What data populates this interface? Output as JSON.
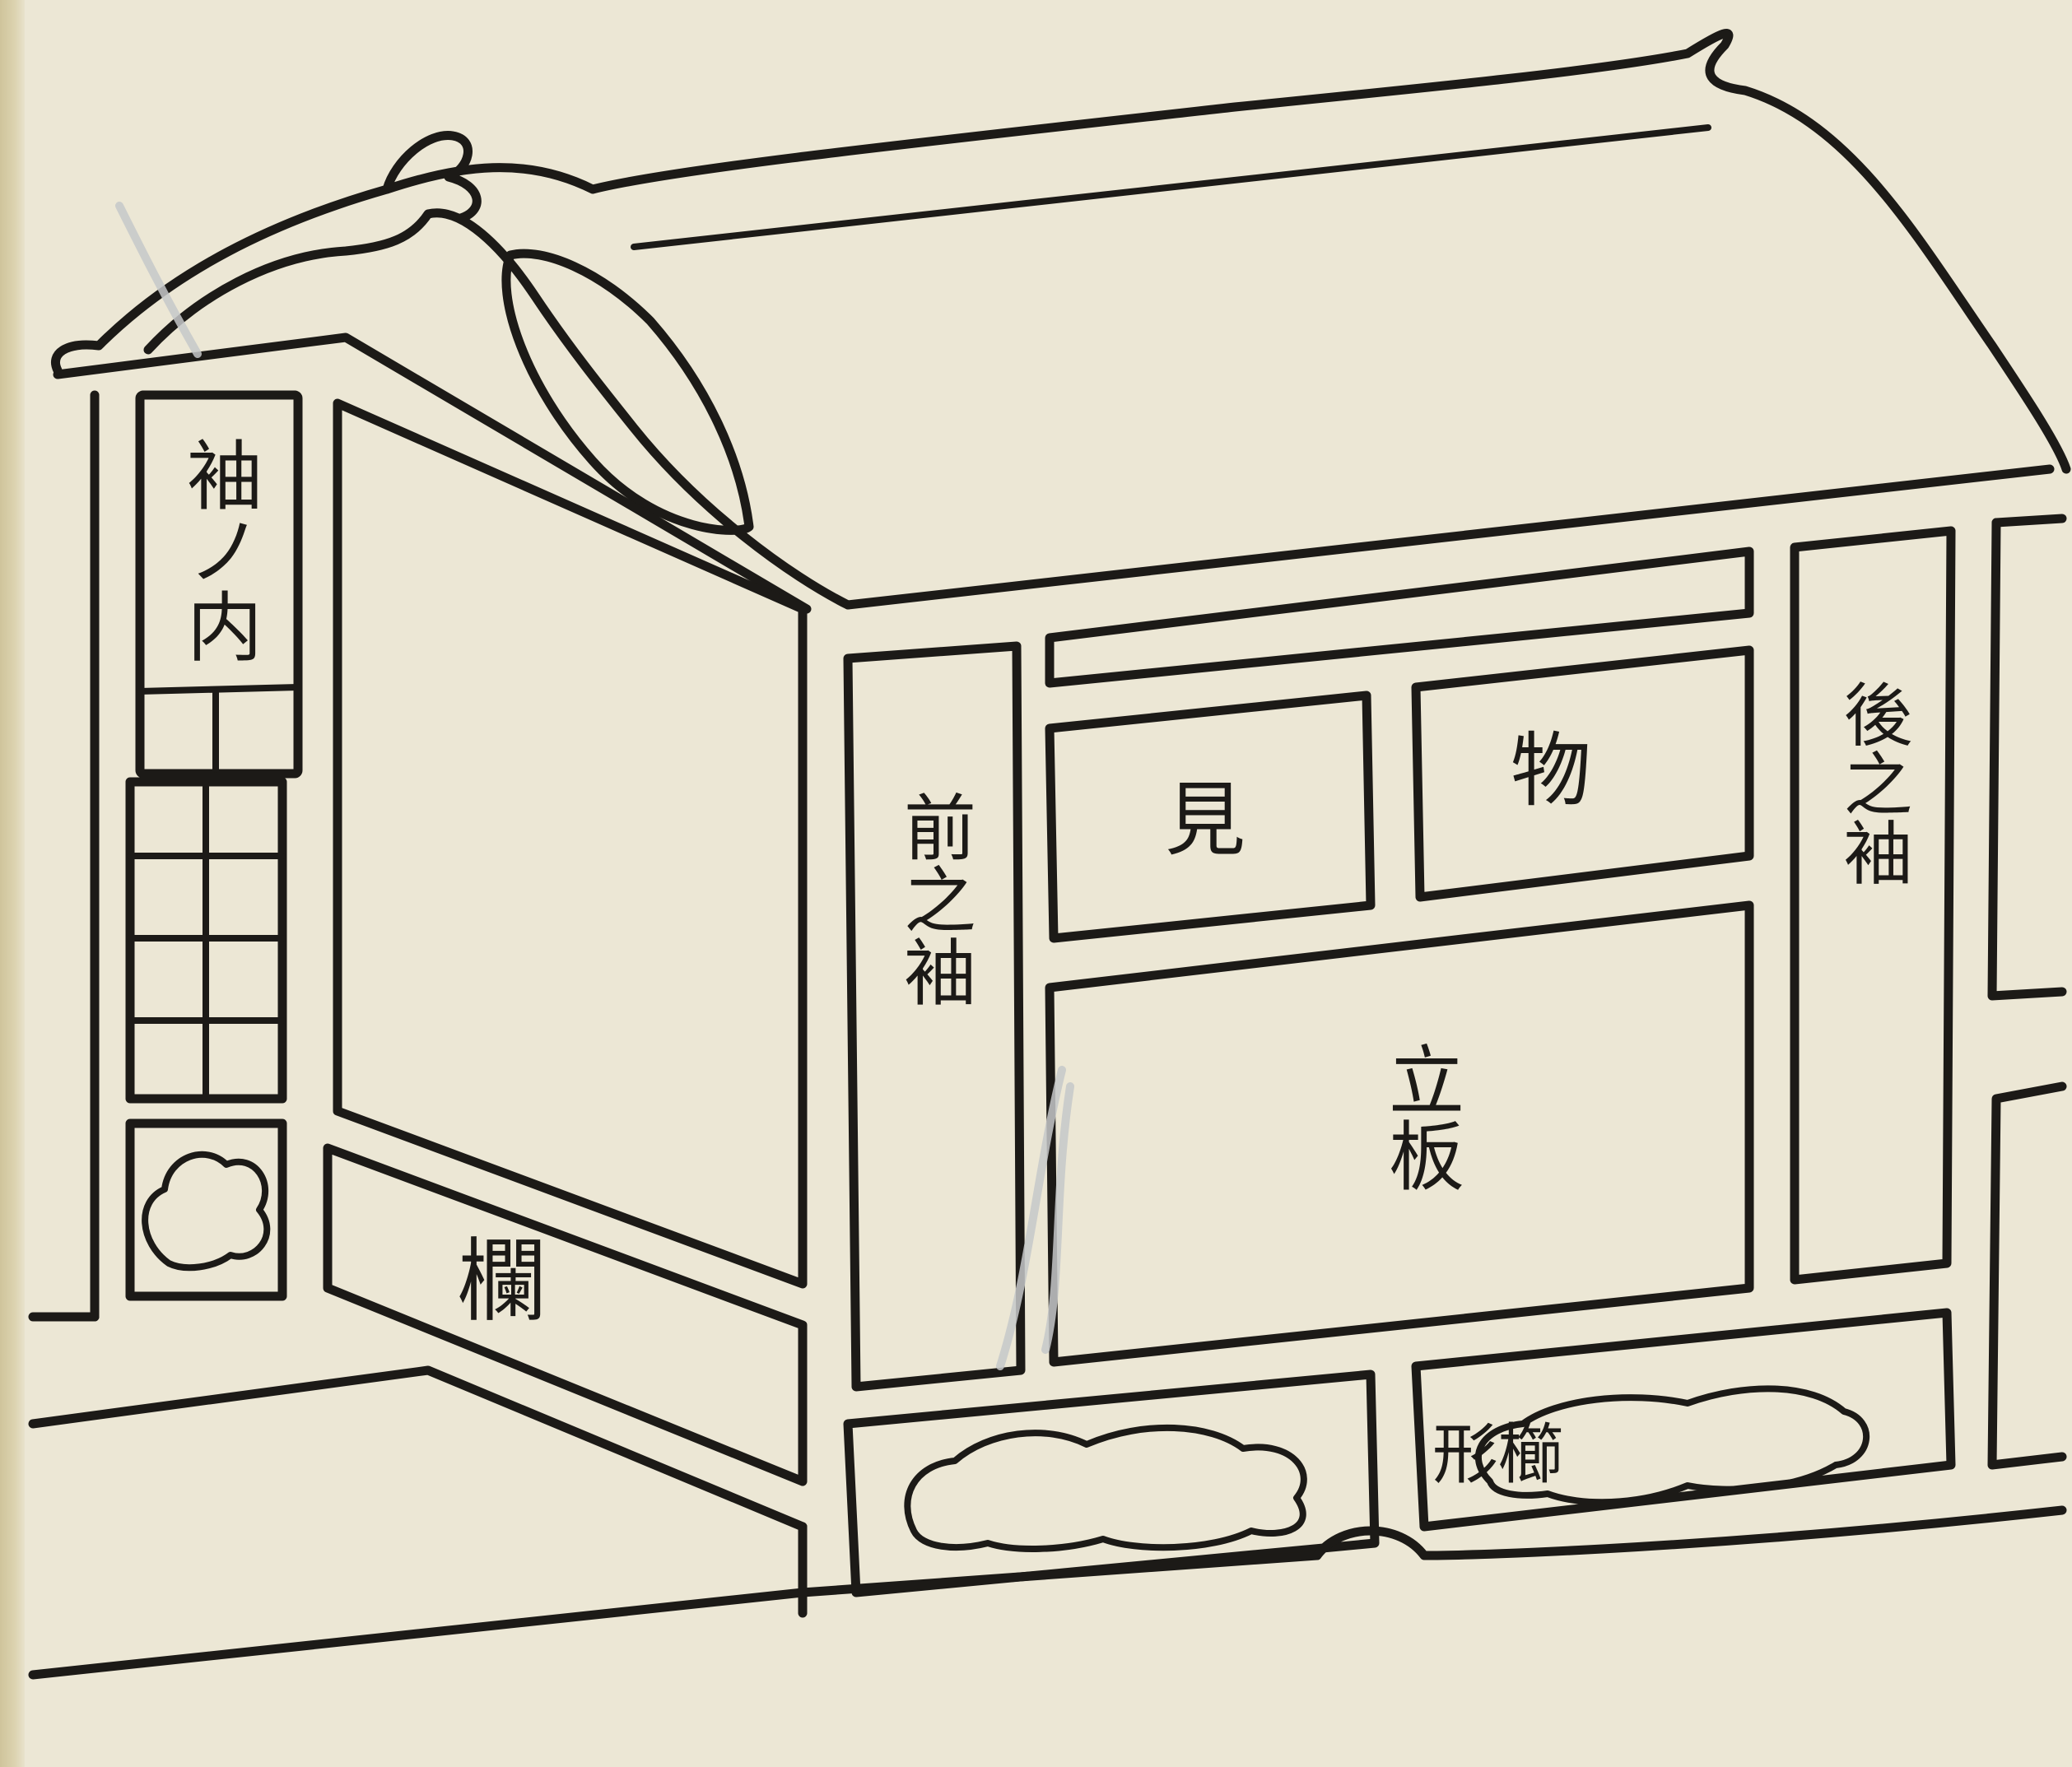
{
  "labels": {
    "sode_no_uchi": "袖ノ内",
    "mae_no_sode": "前之袖",
    "ato_no_sode": "後之袖",
    "mi": "見",
    "mono": "物",
    "tate_ita": "立板",
    "ran": "欄",
    "kushi_gata": "櫛形"
  },
  "colors": {
    "paper": "#ece7d5",
    "ink": "#1c1a17"
  }
}
